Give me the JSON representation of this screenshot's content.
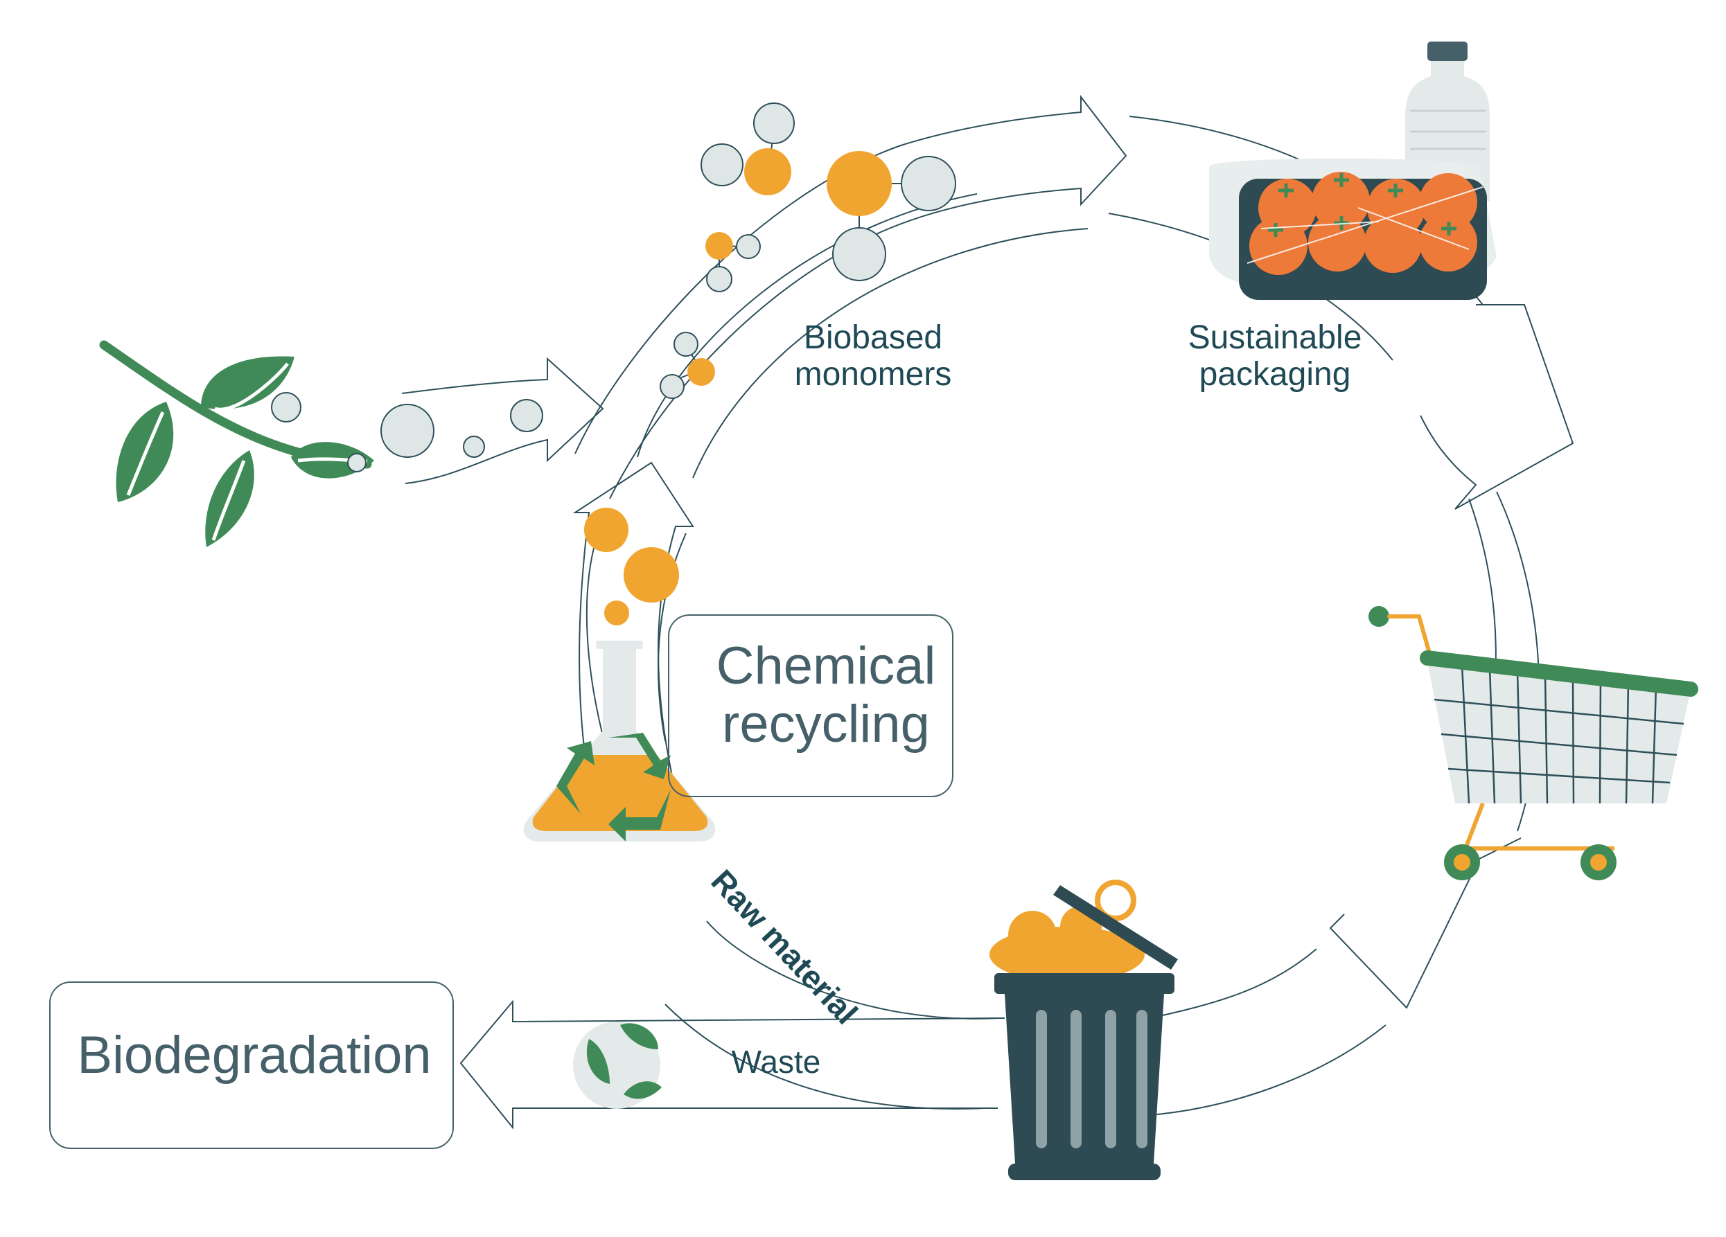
{
  "labels": {
    "biobased_monomers": [
      "Biobased",
      "monomers"
    ],
    "sustainable_packaging": [
      "Sustainable",
      "packaging"
    ],
    "chemical_recycling": [
      "Chemical",
      "recycling"
    ],
    "biodegradation": "Biodegradation",
    "waste": "Waste",
    "raw_material": "Raw material"
  },
  "icons": [
    "leaf-branch-icon",
    "molecule-icon",
    "bottle-icon",
    "tomato-tray-icon",
    "shopping-cart-icon",
    "trash-can-icon",
    "flask-icon",
    "recycle-icon",
    "biodegradable-ball-icon"
  ],
  "colors": {
    "line": "#2d4f5a",
    "green": "#3f8a57",
    "orange": "#f0a531",
    "tomato": "#ee7a3a",
    "grey_fill": "#dfe6e6",
    "dark_teal": "#2e4a52"
  }
}
